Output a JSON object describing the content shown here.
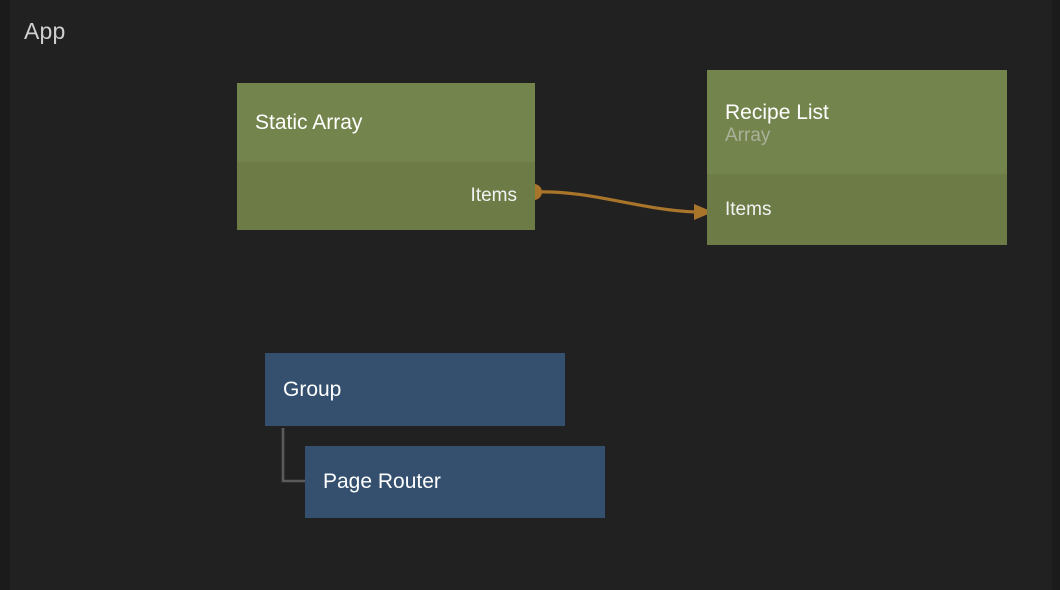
{
  "canvas": {
    "label": "App",
    "background_color": "#212121"
  },
  "palette": {
    "array_node_header": "#74844d",
    "array_node_body": "#6d7c47",
    "flow_node": "#34506e",
    "data_edge": "#a8752b",
    "hierarchy_edge": "#5a5a5a",
    "title_text": "#ffffff",
    "subtitle_text": "#aab09a",
    "canvas_label_text": "#cfcfcf"
  },
  "nodes": [
    {
      "id": "static-array",
      "title": "Static Array",
      "subtitle": "",
      "kind": "array",
      "ports": [
        {
          "name": "Items",
          "direction": "out",
          "marker": "circle-port"
        }
      ]
    },
    {
      "id": "recipe-list",
      "title": "Recipe List",
      "subtitle": "Array",
      "kind": "array",
      "ports": [
        {
          "name": "Items",
          "direction": "in",
          "marker": "arrow-port"
        }
      ]
    },
    {
      "id": "group",
      "title": "Group",
      "subtitle": "",
      "kind": "flow",
      "ports": []
    },
    {
      "id": "page-router",
      "title": "Page Router",
      "subtitle": "",
      "kind": "flow",
      "ports": []
    }
  ],
  "edges": [
    {
      "id": "items-to-items",
      "type": "data",
      "from": "static-array.Items",
      "to": "recipe-list.Items",
      "color": "#a8752b"
    },
    {
      "id": "group-to-page-router",
      "type": "hierarchy",
      "from": "group",
      "to": "page-router",
      "color": "#5a5a5a"
    }
  ]
}
